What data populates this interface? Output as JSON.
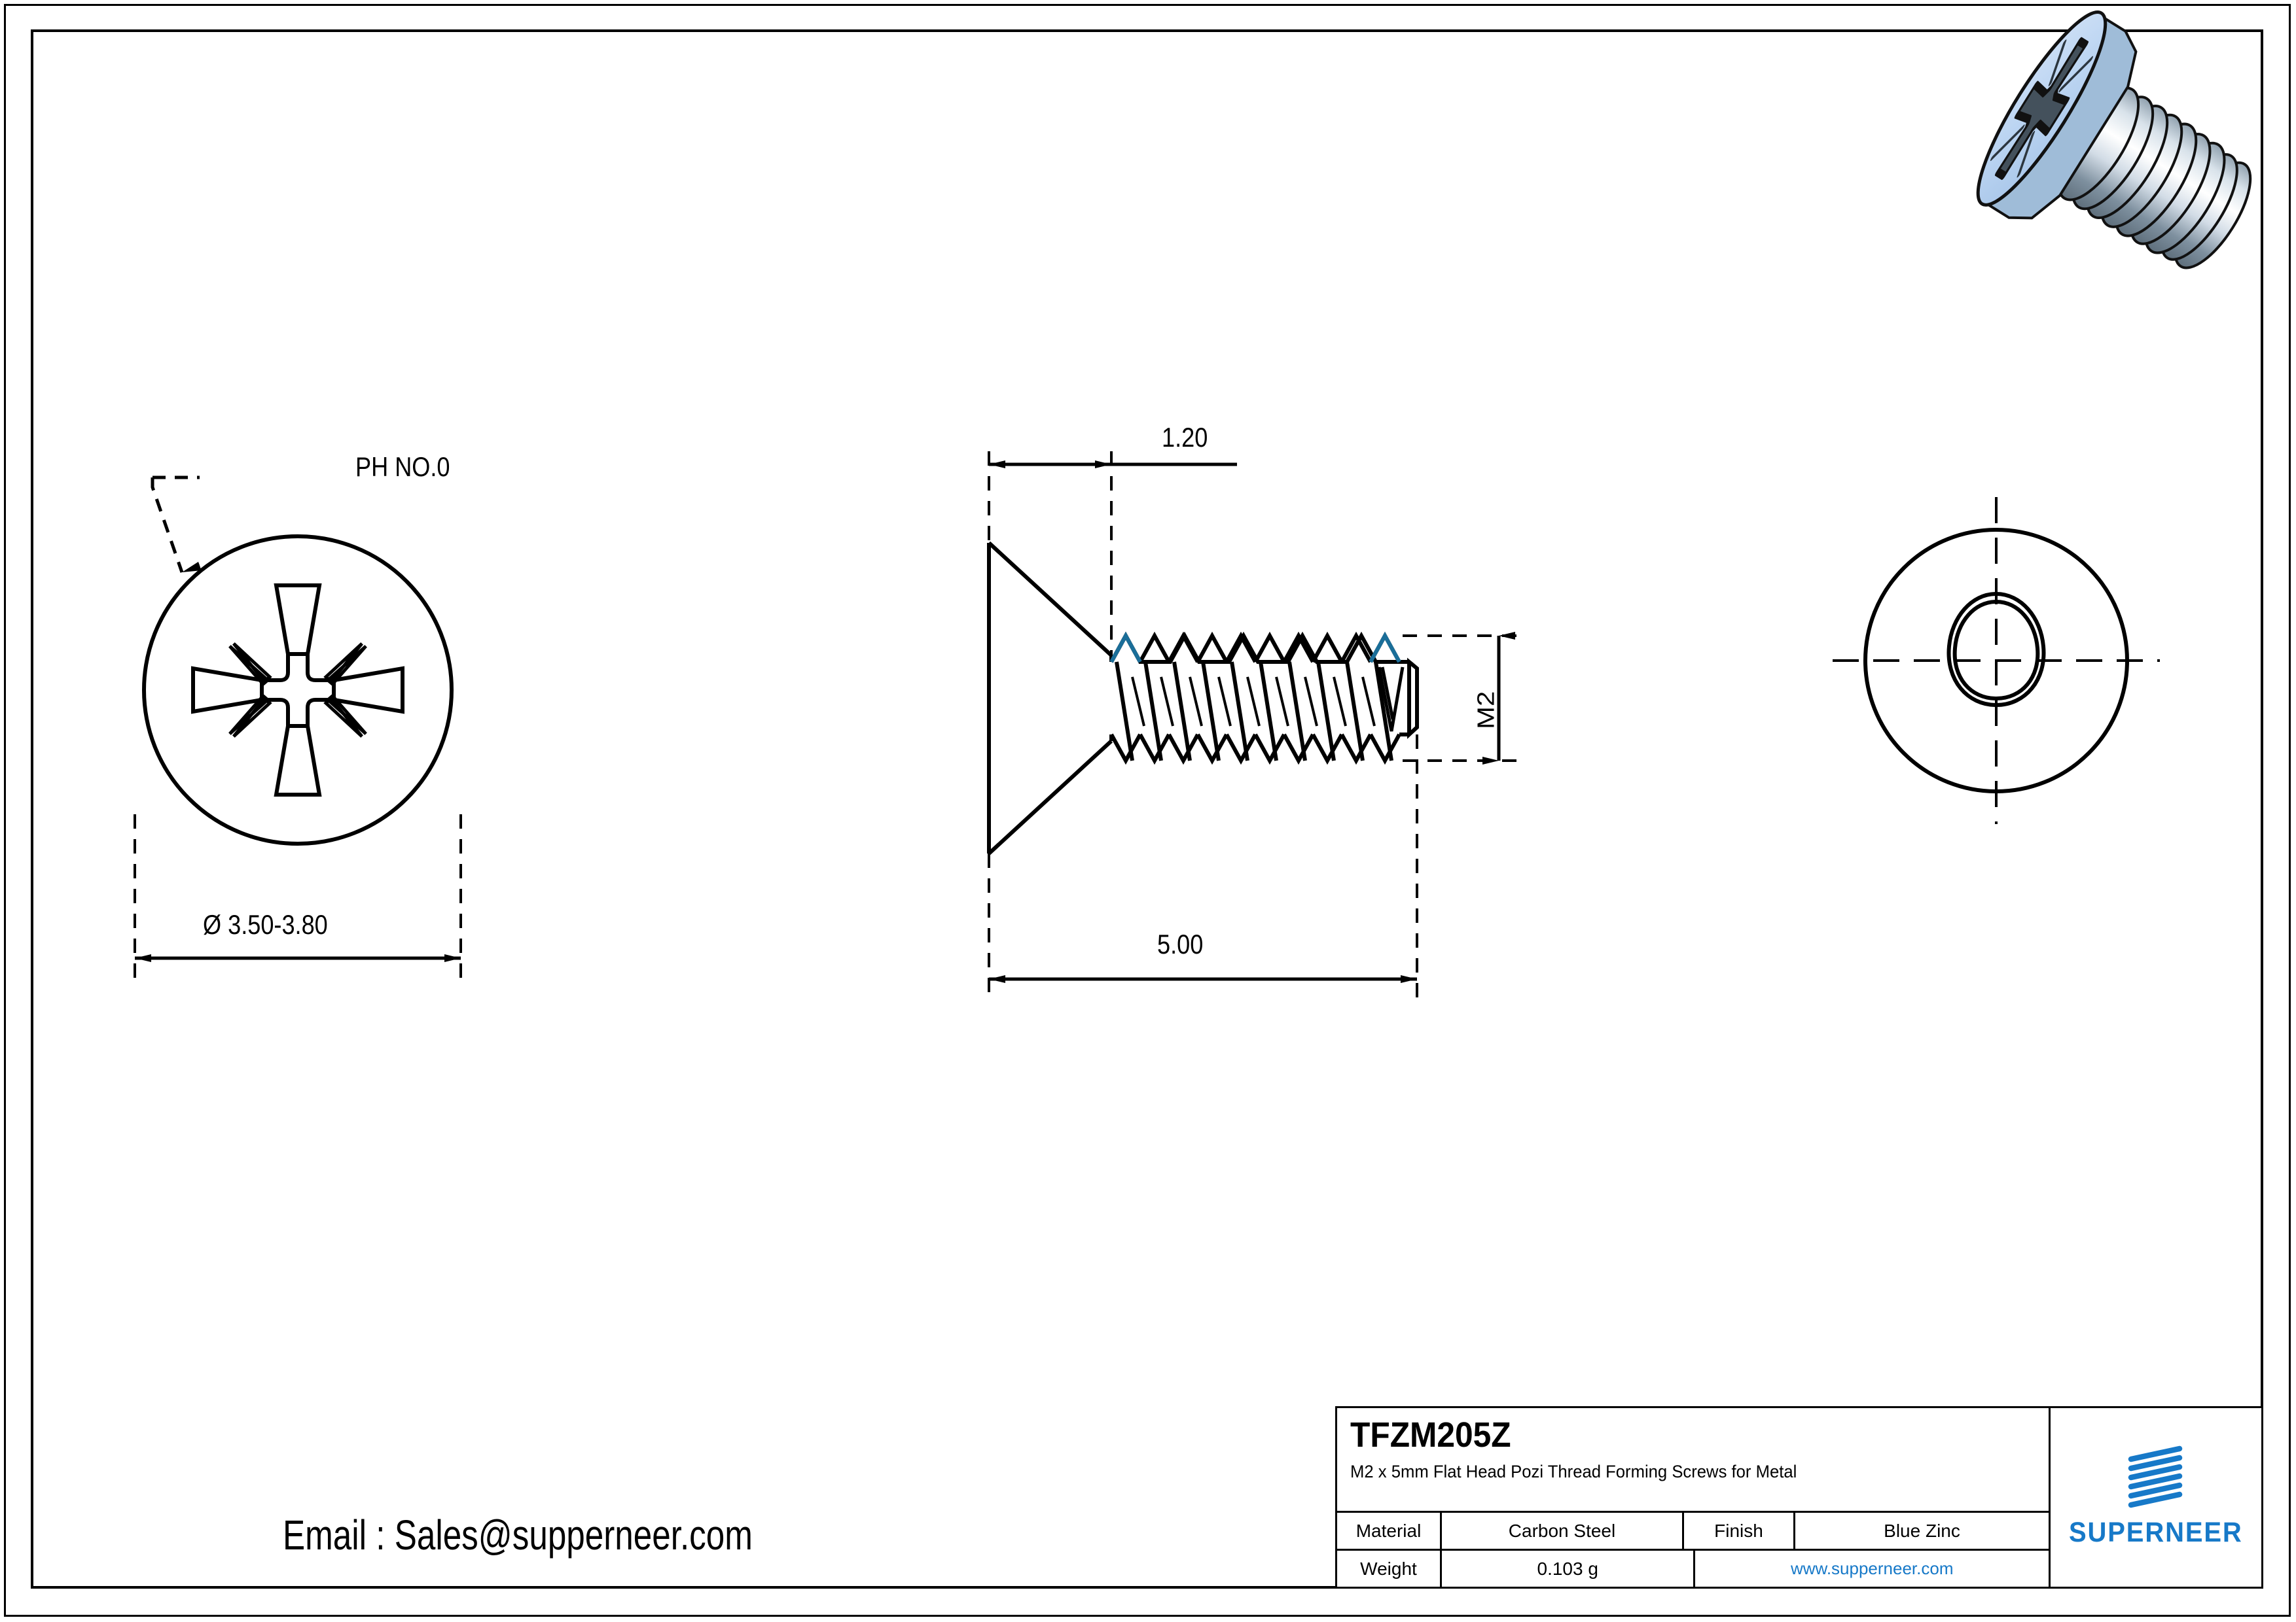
{
  "sheet": {
    "background_color": "#ffffff",
    "line_color": "#000000",
    "accent_blue": "#1779C8",
    "part_blue_fill": "#C2D9F2",
    "thread_highlight": "#1A6E99"
  },
  "views": {
    "top_view": {
      "name": "head-top-view",
      "callout_label": "PH NO.0",
      "diameter_dimension": "Ø 3.50-3.80",
      "recess_type": "pozidriv-cross-recess"
    },
    "side_view": {
      "name": "side-section-view",
      "head_height_dimension": "1.20",
      "overall_length_dimension": "5.00",
      "thread_size_dimension": "M2",
      "thread_count": 9
    },
    "bottom_view": {
      "name": "bottom-end-view",
      "shape": "trilobular-thread-forming-point"
    },
    "render_3d": {
      "name": "isometric-screw-render",
      "description": "Blue zinc flat head pozi screw"
    }
  },
  "title_block": {
    "part_number": "TFZM205Z",
    "description": "M2 x 5mm Flat Head Pozi Thread Forming Screws for Metal",
    "rows": [
      {
        "label": "Material",
        "value": "Carbon Steel",
        "label2": "Finish",
        "value2": "Blue Zinc"
      },
      {
        "label": "Weight",
        "value": "0.103 g",
        "website": "www.supperneer.com"
      }
    ],
    "material_label": "Material",
    "material_value": "Carbon Steel",
    "finish_label": "Finish",
    "finish_value": "Blue Zinc",
    "weight_label": "Weight",
    "weight_value": "0.103 g",
    "website": "www.supperneer.com",
    "logo_word": "SUPERNEER"
  },
  "contact": {
    "email_line": "Email : Sales@supperneer.com"
  }
}
